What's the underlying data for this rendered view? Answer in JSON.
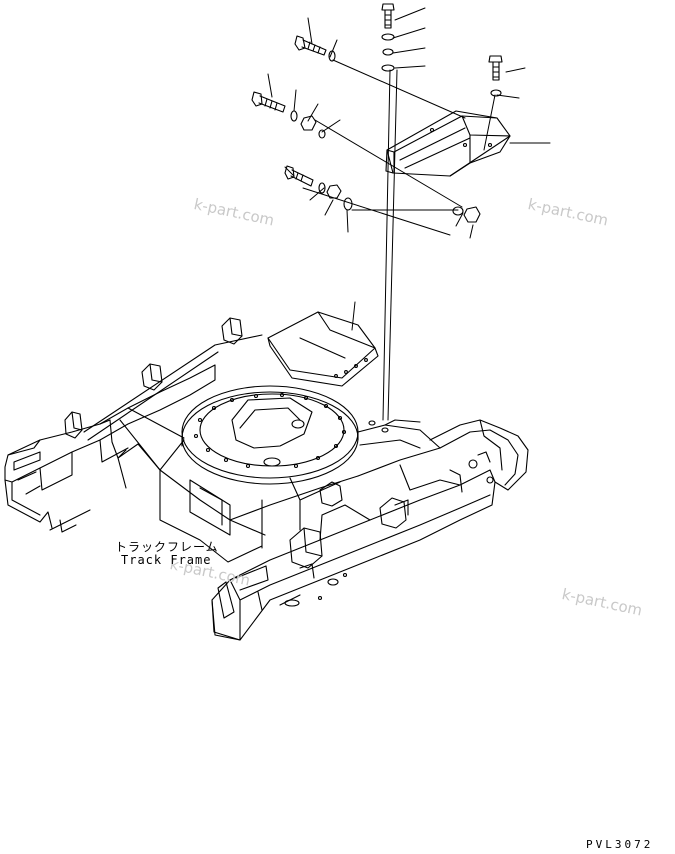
{
  "diagram": {
    "frame_label_jp": "トラックフレーム",
    "frame_label_en": "Track Frame",
    "drawing_code": "PVL3072",
    "watermarks": [
      "k-part.com",
      "k-part.com",
      "k-part.com",
      "k-part.com"
    ]
  },
  "colors": {
    "line": "#000000",
    "watermark": "#c9c9c9",
    "background": "#ffffff"
  }
}
